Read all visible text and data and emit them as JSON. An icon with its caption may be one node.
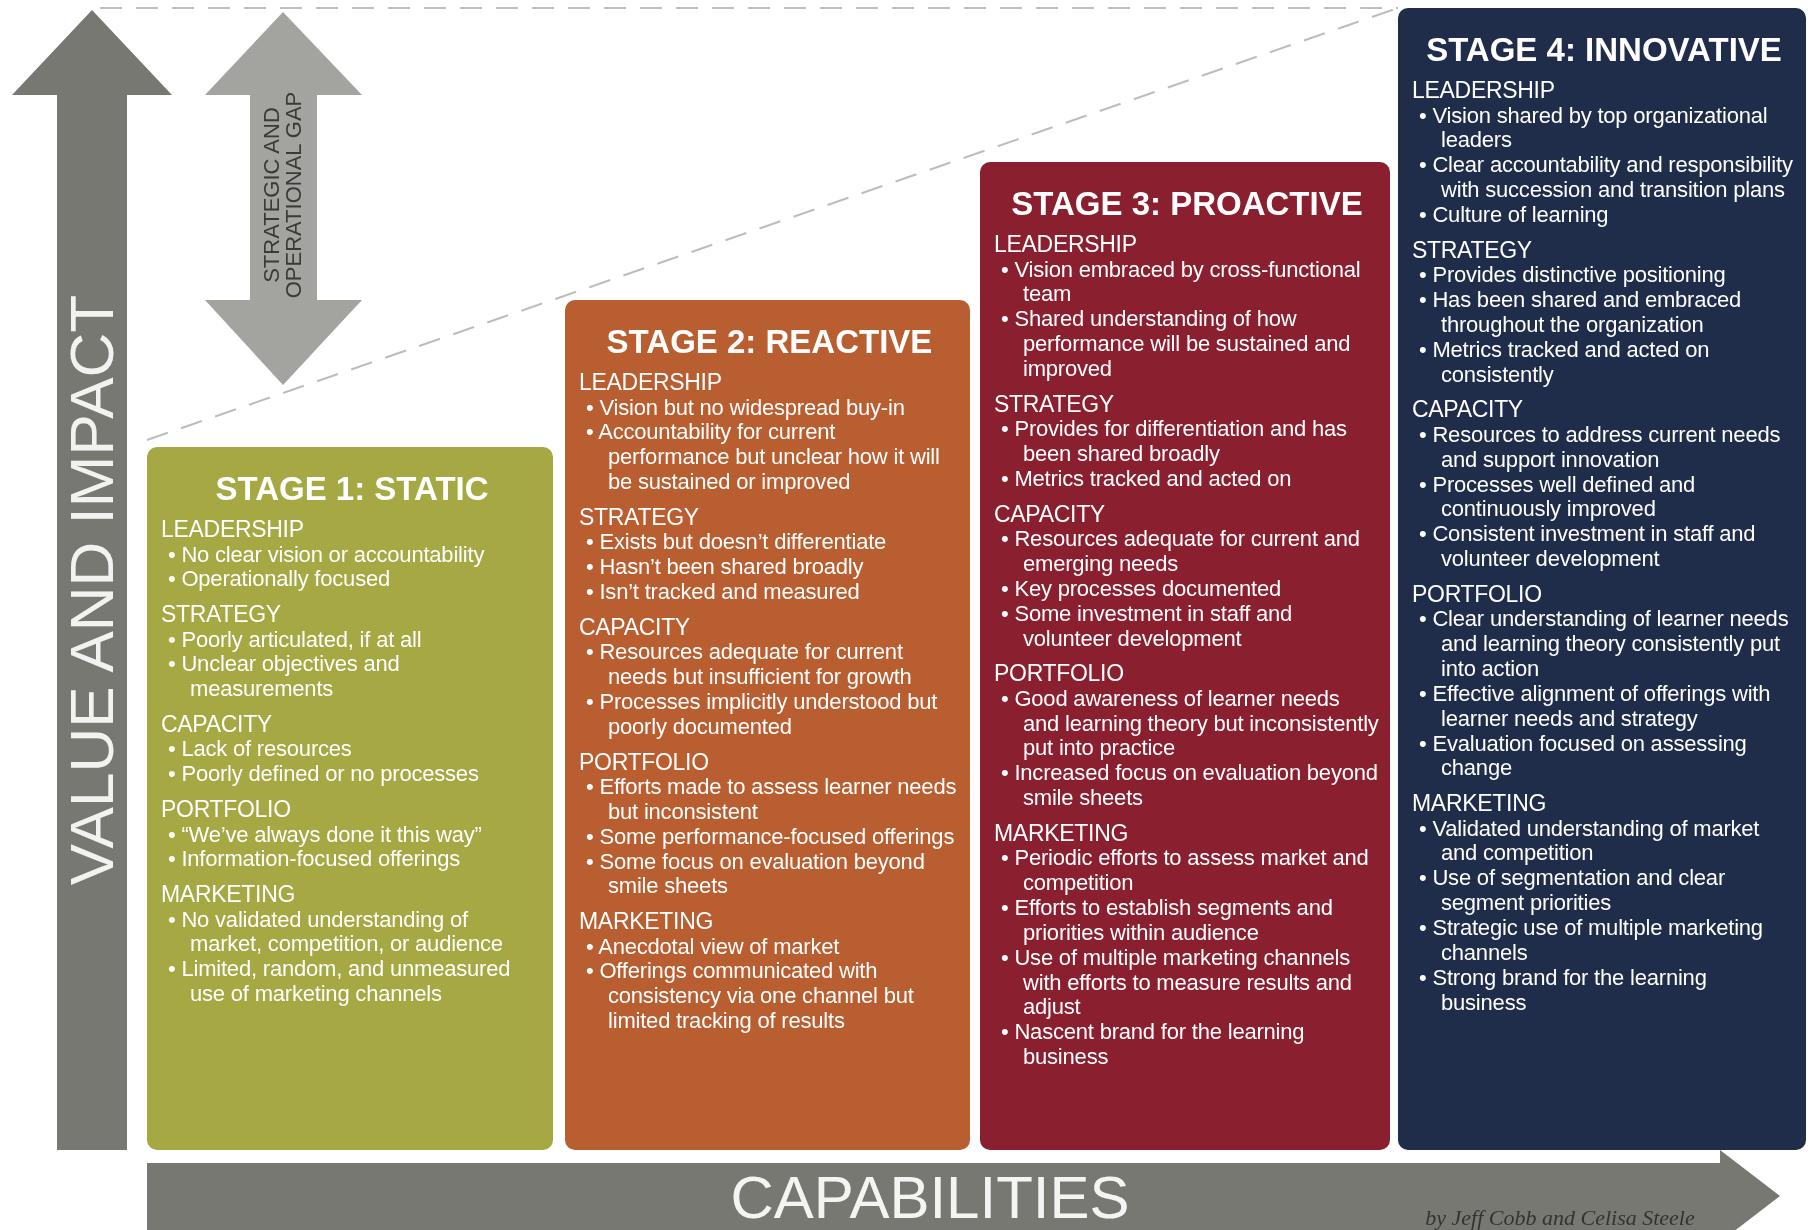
{
  "diagram": {
    "nodes": [
      {
        "text": [
          "STAGE 1: STATIC",
          "LEADERSHIP",
          "• No clear vision or accountability",
          "• Operationally focused",
          "STRATEGY",
          "• Poorly articulated, if at all",
          "• Unclear objectives and measurements",
          "CAPACITY",
          "• Lack of resources",
          "• Poorly defined or no processes",
          "PORTFOLIO",
          "• “We’ve always done it this way”",
          "• Information-focused offerings",
          "MARKETING",
          "• No validated understanding of market, competition, or audience",
          "• Limited, random, and unmeasured use of marketing channels"
        ]
      },
      {
        "text": [
          "STAGE 2: REACTIVE",
          "LEADERSHIP",
          "• Vision but no widespread buy-in",
          "• Accountability for current performance but unclear how it will be sustained or improved",
          "STRATEGY",
          "• Exists but doesn’t differentiate",
          "• Hasn’t been shared broadly",
          "• Isn’t tracked and measured",
          "CAPACITY",
          "• Resources adequate for current needs but insufficient for growth",
          "• Processes implicitly understood but poorly documented",
          "PORTFOLIO",
          "• Efforts made to assess learner needs but inconsistent",
          "• Some performance-focused offerings",
          "• Some focus on evaluation beyond smile sheets",
          "MARKETING",
          "• Anecdotal view of market",
          "• Offerings communicated with consistency via one channel but limited tracking of results"
        ]
      },
      {
        "text": [
          "STAGE 3: PROACTIVE",
          "LEADERSHIP",
          "• Vision embraced by cross-functional team",
          "• Shared understanding of how performance will be sustained and improved",
          "STRATEGY",
          "• Provides for differentiation and has been shared broadly",
          "• Metrics tracked and acted on",
          "CAPACITY",
          "• Resources adequate for current and emerging needs",
          "• Key processes documented",
          "• Some investment in staff and volunteer development",
          "PORTFOLIO",
          "• Good awareness of learner needs and learning theory but inconsistently put into practice",
          "• Increased focus on evaluation beyond smile sheets",
          "MARKETING",
          "• Periodic efforts to assess market and competition",
          "• Efforts to establish segments and priorities within audience",
          "• Use of multiple marketing channels with efforts to measure results and adjust",
          "• Nascent brand for the learning business"
        ]
      },
      {
        "text": [
          "STAGE 4: INNOVATIVE",
          "LEADERSHIP",
          "• Vision shared by top organizational leaders",
          "• Clear accountability and responsibility with succession and transition plans",
          "• Culture of learning",
          "STRATEGY",
          "• Provides distinctive positioning",
          "• Has been shared and embraced throughout the organization",
          "• Metrics tracked and acted on consistently",
          "CAPACITY",
          "• Resources to address current needs and support innovation",
          "• Processes well defined and continuously improved",
          "• Consistent investment in staff and volunteer development",
          "PORTFOLIO",
          "• Clear understanding of learner needs and learning theory consistently put into action",
          "• Effective alignment of offerings with learner needs and strategy",
          "• Evaluation focused on assessing change",
          "MARKETING",
          "• Validated understanding of market and competition",
          "• Use of segmentation and clear segment priorities",
          "• Strategic use of multiple marketing channels",
          "• Strong brand for the learning business"
        ]
      }
    ],
    "labels": [
      "VALUE AND IMPACT",
      "STRATEGIC AND OPERATIONAL GAP",
      "CAPABILITIES",
      "by Jeff Cobb and Celisa Steele"
    ]
  }
}
